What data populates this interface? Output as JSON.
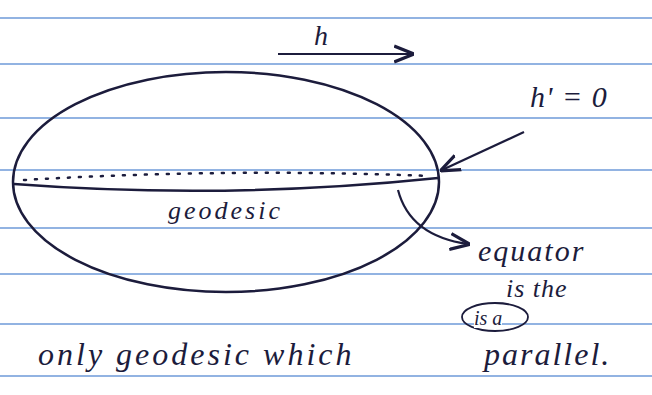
{
  "diagram": {
    "labels": [
      "h",
      "h' = 0",
      "geodesic",
      "equator",
      "is the",
      "is a",
      "only geodesic which",
      "parallel."
    ]
  }
}
